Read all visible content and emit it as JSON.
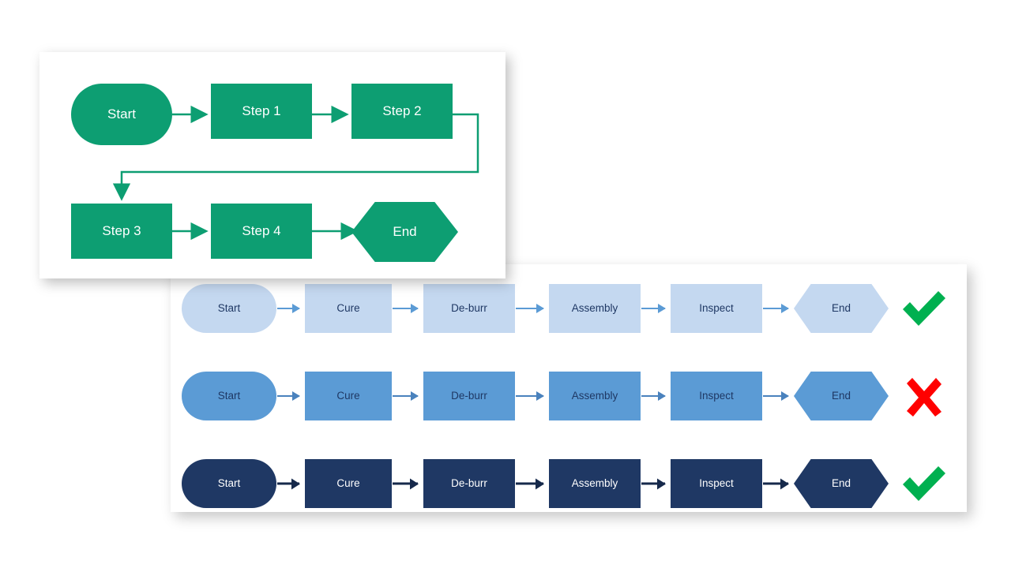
{
  "colors": {
    "canvas_background": "#ffffff",
    "green_accent": "#0d9e72",
    "row_light": "#c4d8f0",
    "row_mid": "#5b9bd5",
    "row_dark": "#1f3864",
    "arrow_light": "#5b9bd5",
    "check_green": "#00b050",
    "cross_red": "#ff0000",
    "label_dark_text": "#1f3864",
    "label_light_text": "#ffffff"
  },
  "front_card": {
    "name": "green-flowchart-card",
    "nodes": [
      {
        "id": "start",
        "label": "Start",
        "shape": "pill"
      },
      {
        "id": "step1",
        "label": "Step 1",
        "shape": "rectangle"
      },
      {
        "id": "step2",
        "label": "Step 2",
        "shape": "rectangle"
      },
      {
        "id": "step3",
        "label": "Step 3",
        "shape": "rectangle"
      },
      {
        "id": "step4",
        "label": "Step 4",
        "shape": "rectangle"
      },
      {
        "id": "end",
        "label": "End",
        "shape": "hexagon"
      }
    ],
    "connections": [
      {
        "from": "start",
        "to": "step1",
        "style": "straight-arrow"
      },
      {
        "from": "step1",
        "to": "step2",
        "style": "straight-arrow"
      },
      {
        "from": "step2",
        "to": "step3",
        "style": "wrap-elbow-arrow"
      },
      {
        "from": "step3",
        "to": "step4",
        "style": "straight-arrow"
      },
      {
        "from": "step4",
        "to": "end",
        "style": "straight-arrow"
      }
    ]
  },
  "back_panel": {
    "name": "process-variants-panel",
    "step_labels": [
      "Start",
      "Cure",
      "De-burr",
      "Assembly",
      "Inspect",
      "End"
    ],
    "rows": [
      {
        "id": "row-light",
        "tone": "light",
        "fill": "#c4d8f0",
        "text_color": "#1f3864",
        "status": "check",
        "status_label": "approved",
        "steps": [
          "Start",
          "Cure",
          "De-burr",
          "Assembly",
          "Inspect",
          "End"
        ]
      },
      {
        "id": "row-mid",
        "tone": "medium",
        "fill": "#5b9bd5",
        "text_color": "#1f3864",
        "status": "cross",
        "status_label": "rejected",
        "steps": [
          "Start",
          "Cure",
          "De-burr",
          "Assembly",
          "Inspect",
          "End"
        ]
      },
      {
        "id": "row-dark",
        "tone": "dark",
        "fill": "#1f3864",
        "text_color": "#ffffff",
        "status": "check",
        "status_label": "approved",
        "steps": [
          "Start",
          "Cure",
          "De-burr",
          "Assembly",
          "Inspect",
          "End"
        ]
      }
    ]
  }
}
